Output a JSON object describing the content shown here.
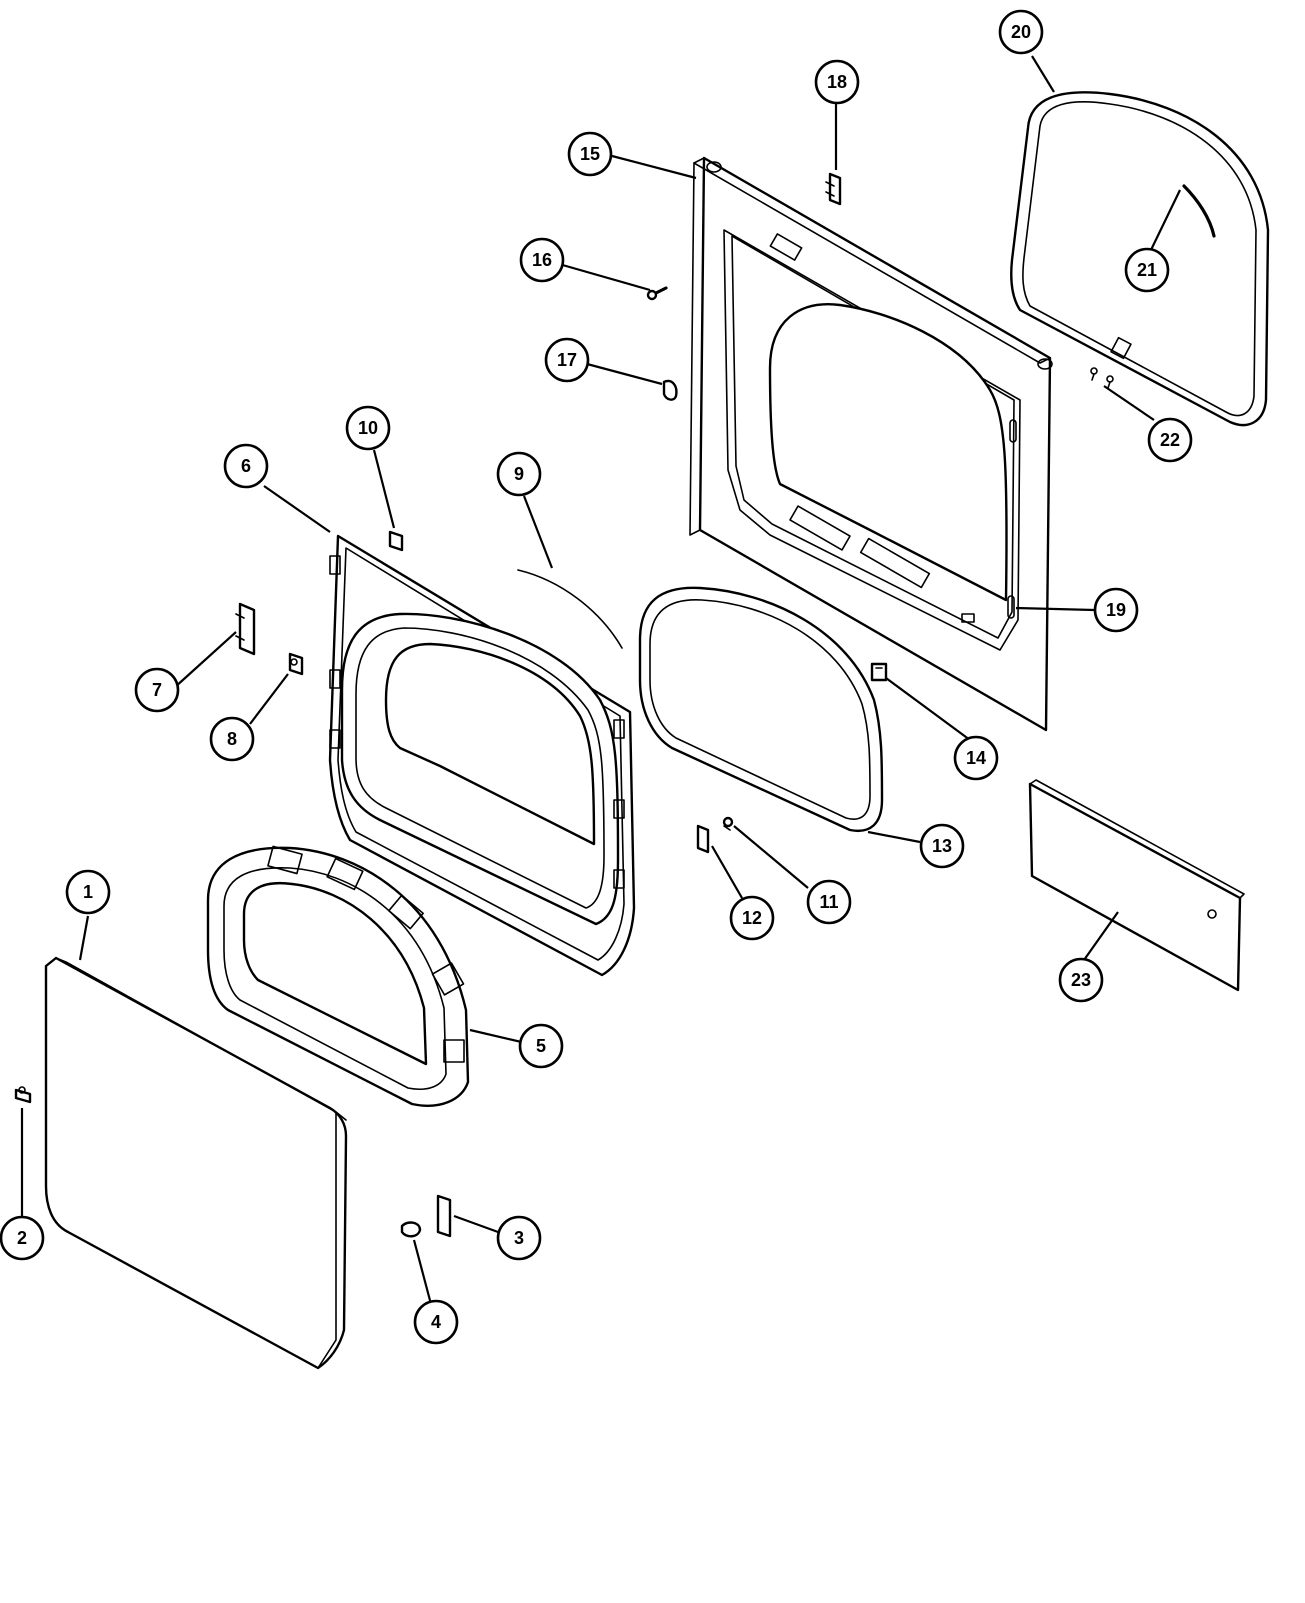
{
  "colors": {
    "line": "#000000",
    "background": "#ffffff"
  },
  "callouts": [
    {
      "id": "1",
      "part": "panel-1"
    },
    {
      "id": "2",
      "part": "hinge-screw-2"
    },
    {
      "id": "3",
      "part": "hinge-3"
    },
    {
      "id": "4",
      "part": "screw-4"
    },
    {
      "id": "5",
      "part": "inner-door-ring-5"
    },
    {
      "id": "6",
      "part": "door-frame-6"
    },
    {
      "id": "7",
      "part": "hinge-bracket-7"
    },
    {
      "id": "8",
      "part": "latch-8"
    },
    {
      "id": "9",
      "part": "seal-strip-9"
    },
    {
      "id": "10",
      "part": "clip-10"
    },
    {
      "id": "11",
      "part": "screw-11"
    },
    {
      "id": "12",
      "part": "strike-12"
    },
    {
      "id": "13",
      "part": "door-gasket-13"
    },
    {
      "id": "14",
      "part": "catch-14"
    },
    {
      "id": "15",
      "part": "front-panel-15"
    },
    {
      "id": "16",
      "part": "screw-16"
    },
    {
      "id": "17",
      "part": "bumper-17"
    },
    {
      "id": "18",
      "part": "bracket-18"
    },
    {
      "id": "19",
      "part": "slot-19"
    },
    {
      "id": "20",
      "part": "door-seal-20"
    },
    {
      "id": "21",
      "part": "felt-strip-21"
    },
    {
      "id": "22",
      "part": "screws-22"
    },
    {
      "id": "23",
      "part": "toe-panel-23"
    }
  ]
}
